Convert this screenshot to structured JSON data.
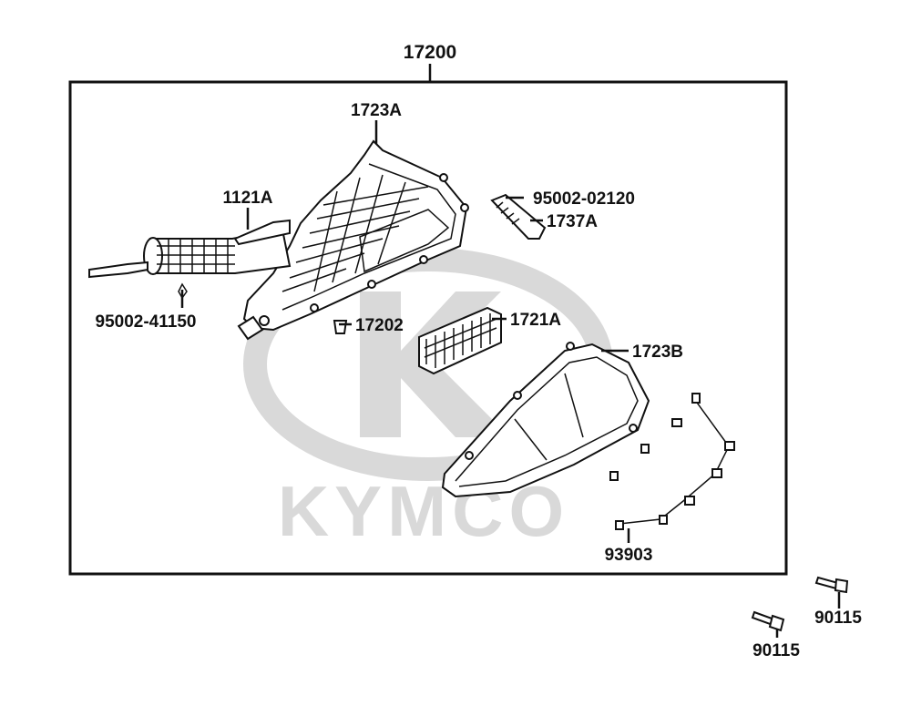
{
  "diagram": {
    "assembly_label": "17200",
    "watermark_text": "KYMCO",
    "parts": [
      {
        "id": "1723A",
        "label": "1723A"
      },
      {
        "id": "1121A",
        "label": "1121A"
      },
      {
        "id": "95002-02120",
        "label": "95002-02120"
      },
      {
        "id": "1737A",
        "label": "1737A"
      },
      {
        "id": "95002-41150",
        "label": "95002-41150"
      },
      {
        "id": "17202",
        "label": "17202"
      },
      {
        "id": "1721A",
        "label": "1721A"
      },
      {
        "id": "1723B",
        "label": "1723B"
      },
      {
        "id": "93903",
        "label": "93903"
      },
      {
        "id": "90115-a",
        "label": "90115"
      },
      {
        "id": "90115-b",
        "label": "90115"
      }
    ]
  },
  "colors": {
    "ink": "#111111",
    "watermark": "#d9d9d9",
    "background": "#ffffff"
  }
}
